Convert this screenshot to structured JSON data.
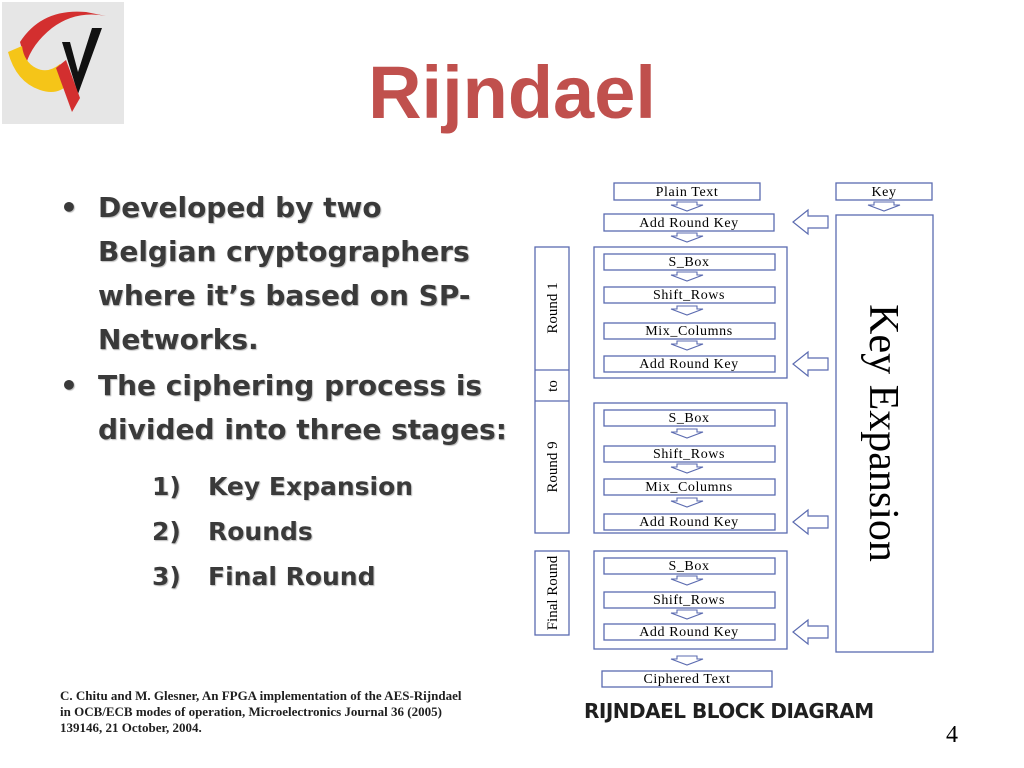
{
  "title": "Rijndael",
  "bullets": [
    {
      "marker": "•",
      "lines": [
        "Developed by two",
        "Belgian cryptographers",
        "where it’s based on SP-",
        "Networks."
      ]
    },
    {
      "marker": "•",
      "lines": [
        "The ciphering process is",
        "divided into three stages:"
      ]
    }
  ],
  "stages": [
    {
      "num": "1)",
      "label": "Key Expansion"
    },
    {
      "num": "2)",
      "label": "Rounds"
    },
    {
      "num": "3)",
      "label": "Final Round"
    }
  ],
  "citation": {
    "lines": [
      "C. Chitu and M. Glesner,  An FPGA implementation of the AES-Rijndael",
      "in OCB/ECB modes of operation, Microelectronics Journal 36 (2005)",
      "139146, 21 October, 2004."
    ]
  },
  "diagram": {
    "caption": "RIJNDAEL BLOCK DIAGRAM",
    "plain_text": "Plain Text",
    "key": "Key",
    "initial_add_round_key": "Add Round Key",
    "round_labels": {
      "first": "Round 1",
      "to": "to",
      "last": "Round 9",
      "final": "Final Round"
    },
    "round1_steps": [
      "S_Box",
      "Shift_Rows",
      "Mix_Columns",
      "Add Round Key"
    ],
    "round9_steps": [
      "S_Box",
      "Shift_Rows",
      "Mix_Columns",
      "Add Round Key"
    ],
    "final_steps": [
      "S_Box",
      "Shift_Rows",
      "Add Round Key"
    ],
    "ciphered_text": "Ciphered Text",
    "key_expansion": "Key Expansion",
    "colors": {
      "stroke": "#5b6bb0",
      "box_fill": "#ffffff"
    }
  },
  "page_number": "4",
  "colors": {
    "title": "#c0504d",
    "text": "#3a3a3a"
  }
}
